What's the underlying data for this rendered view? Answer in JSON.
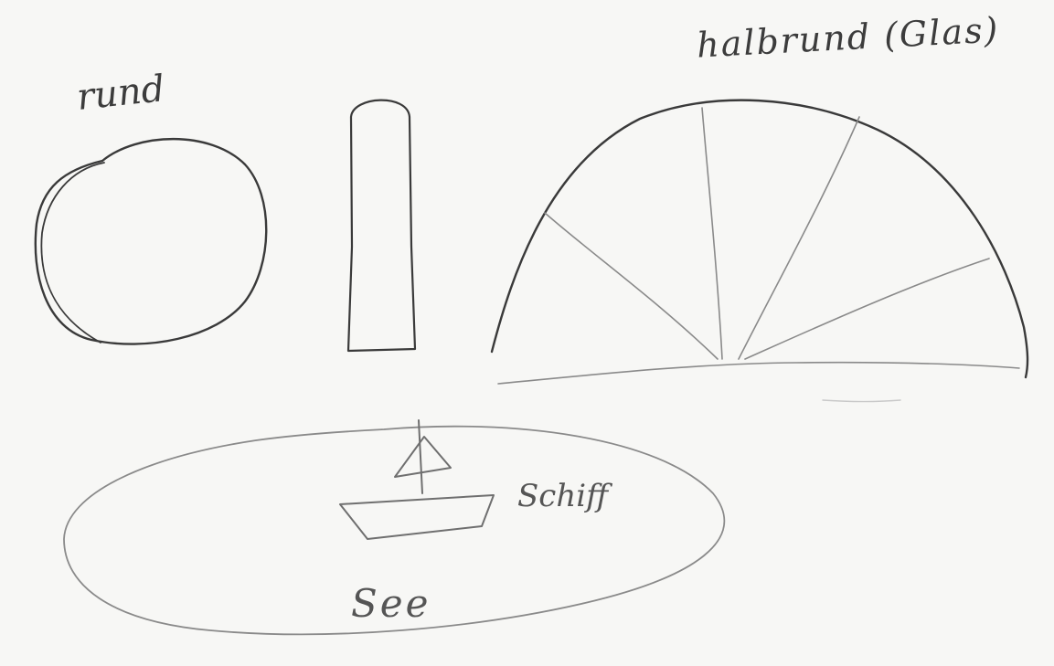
{
  "labels": {
    "rund": "rund",
    "halbrund": "halbrund (Glas)",
    "schiff": "Schiff",
    "see": "See"
  },
  "colors": {
    "paper": "#f7f7f5",
    "dark_pencil": "#3a3a3a",
    "light_pencil": "#8a8a8a"
  }
}
